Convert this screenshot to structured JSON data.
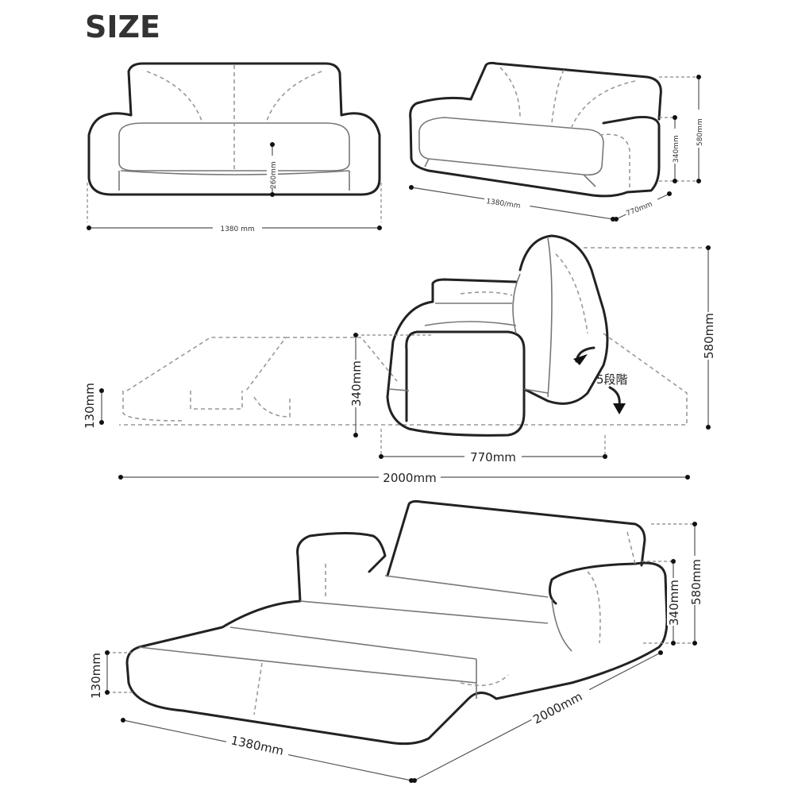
{
  "title": "SIZE",
  "views": {
    "front": {
      "seat_height": "260mm",
      "width": "1380 mm"
    },
    "perspective": {
      "width": "1380/mm",
      "depth": "770mm",
      "arm_height": "340mm",
      "total_height": "580mm"
    },
    "side_recline": {
      "mattress_height": "130mm",
      "arm_height": "340mm",
      "total_height": "580mm",
      "depth": "770mm",
      "flat_length": "2000mm",
      "recline_steps": "5段階"
    },
    "bed": {
      "total_height": "580mm",
      "arm_height": "340mm",
      "mattress_height": "130mm",
      "length": "2000mm",
      "width": "1380mm"
    }
  }
}
